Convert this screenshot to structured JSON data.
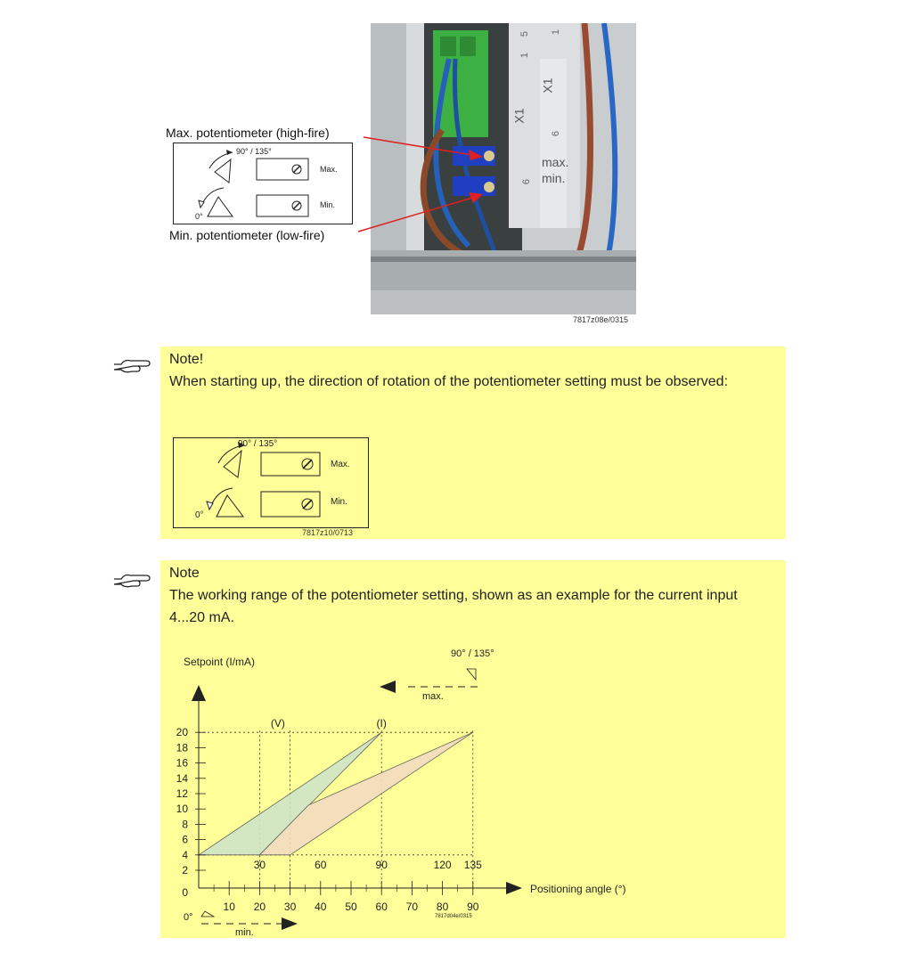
{
  "figure1": {
    "label_max": "Max. potentiometer (high-fire)",
    "label_min": "Min. potentiometer (low-fire)",
    "inset_angle": "90° / 135°",
    "inset_max": "Max.",
    "inset_min": "Min.",
    "inset_zero": "0°",
    "photo_x1_a": "X1",
    "photo_x1_b": "X1",
    "photo_max": "max.",
    "photo_min": "min.",
    "photo_1": "1",
    "photo_5": "5",
    "photo_6": "6",
    "photo_6b": "6",
    "photo_1b": "1",
    "code": "7817z08e/0315"
  },
  "note1": {
    "title": "Note!",
    "text": "When starting up, the direction of rotation of the potentiometer setting must be observed:",
    "diagram_angle": "90° / 135°",
    "diagram_max": "Max.",
    "diagram_min": "Min.",
    "diagram_zero": "0°",
    "code": "7817z10/0713"
  },
  "note2": {
    "title": "Note",
    "text": "The working range of the potentiometer setting, shown as an example for the current input 4...20 mA."
  },
  "chart_data": {
    "type": "area",
    "ylabel": "Setpoint (I/mA)",
    "xlabel": "Positioning angle (°)",
    "y_ticks": [
      2,
      4,
      6,
      8,
      10,
      12,
      14,
      16,
      18,
      20
    ],
    "x_ticks": [
      10,
      20,
      30,
      40,
      50,
      60,
      70,
      80,
      90
    ],
    "x_ticks_upper": [
      30,
      60,
      90,
      120,
      135
    ],
    "origin_label": "0",
    "ylim": [
      0,
      20
    ],
    "xlim": [
      0,
      90
    ],
    "series": [
      {
        "name": "(I)",
        "color": "#cfe5c8",
        "polygon": [
          [
            0,
            4
          ],
          [
            20,
            4
          ],
          [
            60,
            20
          ],
          [
            0,
            4
          ]
        ]
      },
      {
        "name": "(V)",
        "color": "#f3dcc0",
        "polygon": [
          [
            20,
            4
          ],
          [
            30,
            4
          ],
          [
            90,
            20
          ],
          [
            36,
            10.5
          ]
        ]
      }
    ],
    "label_V": "(V)",
    "label_I": "(I)",
    "top_angle": "90° / 135°",
    "max_label": "max.",
    "min_label": "min.",
    "zero_angle": "0°",
    "code": "7817d04e/0315"
  }
}
